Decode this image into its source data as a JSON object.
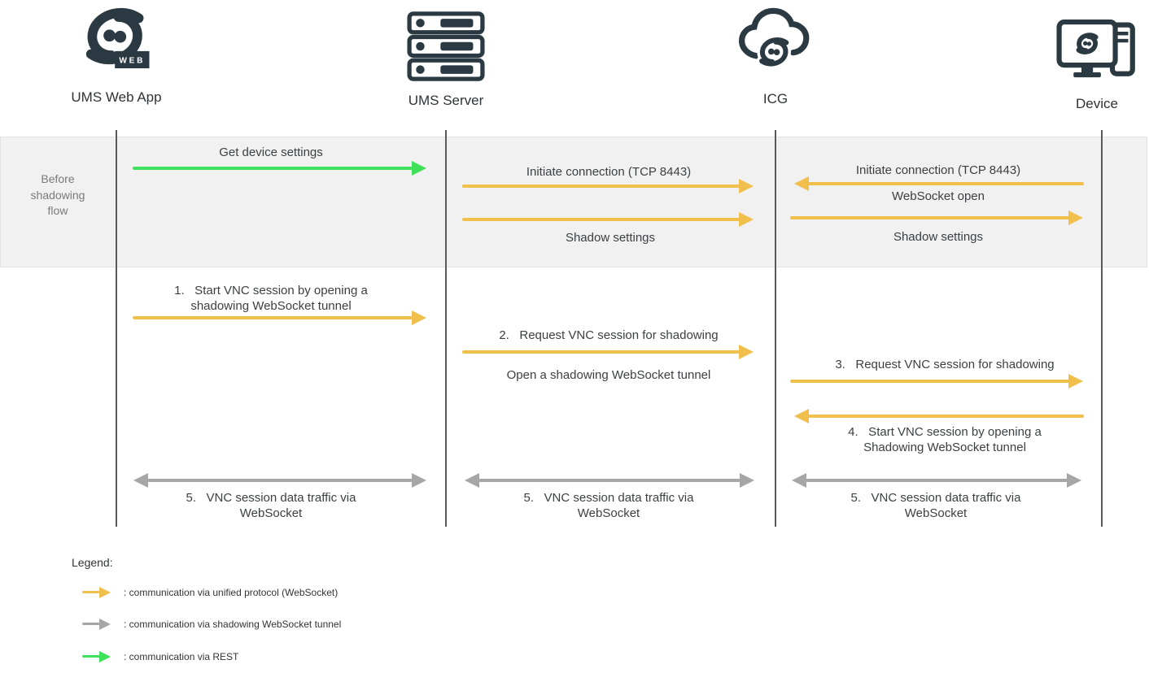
{
  "colors": {
    "unified_websocket": "#F0BF4C",
    "shadow_tunnel": "#A6A6A6",
    "rest": "#3FE05A",
    "icon_dark": "#2B3A42",
    "band_bg": "#F1F1F1",
    "band_border": "#E3E3E3",
    "lifeline": "#5A5A5A",
    "muted_text": "#7A7A7A",
    "label_text": "#3C4043"
  },
  "actors": {
    "ums_web_app": "UMS Web App",
    "ums_server": "UMS Server",
    "icg": "ICG",
    "device": "Device",
    "web_badge": "WEB"
  },
  "phase": {
    "label": "Before\nshadowing\nflow"
  },
  "before_flow": {
    "get_device_settings": "Get device settings",
    "initiate_connection_server_icg": "Initiate connection (TCP 8443)",
    "shadow_settings_server_icg": "Shadow settings",
    "initiate_connection_device_icg": "Initiate connection (TCP 8443)",
    "websocket_open": "WebSocket open",
    "shadow_settings_icg_device": "Shadow settings"
  },
  "shadowing_flow": {
    "step1": "1.   Start VNC session by opening a\nshadowing WebSocket tunnel",
    "step2": "2.   Request VNC session for shadowing",
    "step2_note": "Open a shadowing WebSocket tunnel",
    "step3": "3.   Request VNC session for shadowing",
    "step4": "4.   Start VNC session by opening a\nShadowing WebSocket tunnel",
    "step5_web_server": "5.   VNC session data traffic via\nWebSocket",
    "step5_server_icg": "5.   VNC session data traffic via\nWebSocket",
    "step5_icg_device": "5.   VNC session data traffic via\nWebSocket"
  },
  "legend": {
    "title": "Legend:",
    "items": [
      {
        "label": ": communication via unified protocol (WebSocket)"
      },
      {
        "label": ": communication via shadowing WebSocket tunnel"
      },
      {
        "label": ": communication via REST"
      }
    ]
  }
}
